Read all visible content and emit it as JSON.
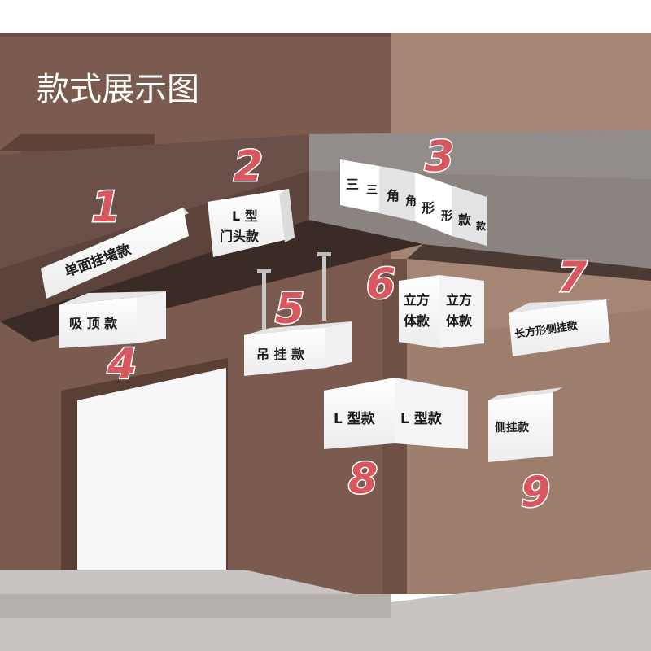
{
  "title": "款式展示图",
  "signs": [
    {
      "number": "1",
      "label": "单面挂墙款"
    },
    {
      "number": "2",
      "label_line1": "L 型",
      "label_line2": "门头款"
    },
    {
      "number": "3",
      "chars": [
        "三",
        "三",
        "角",
        "角",
        "形",
        "形",
        "款",
        "款"
      ]
    },
    {
      "number": "4",
      "label": "吸 顶 款"
    },
    {
      "number": "5",
      "label": "吊 挂 款"
    },
    {
      "number": "6",
      "faces": [
        {
          "line1": "立方",
          "line2": "体款"
        },
        {
          "line1": "立方",
          "line2": "体款"
        }
      ]
    },
    {
      "number": "7",
      "label": "长方形侧挂款"
    },
    {
      "number": "8",
      "faces": [
        "L 型款",
        "L 型款"
      ]
    },
    {
      "number": "9",
      "label": "侧挂款"
    }
  ],
  "colors": {
    "wall_left": "#7b5a4f",
    "wall_right": "#a58574",
    "ceiling": "#8f8986",
    "beam_under": "#3a2b27",
    "floor": "#c9c4c2",
    "number": "#d9585f",
    "sign_face": "#ffffff"
  }
}
